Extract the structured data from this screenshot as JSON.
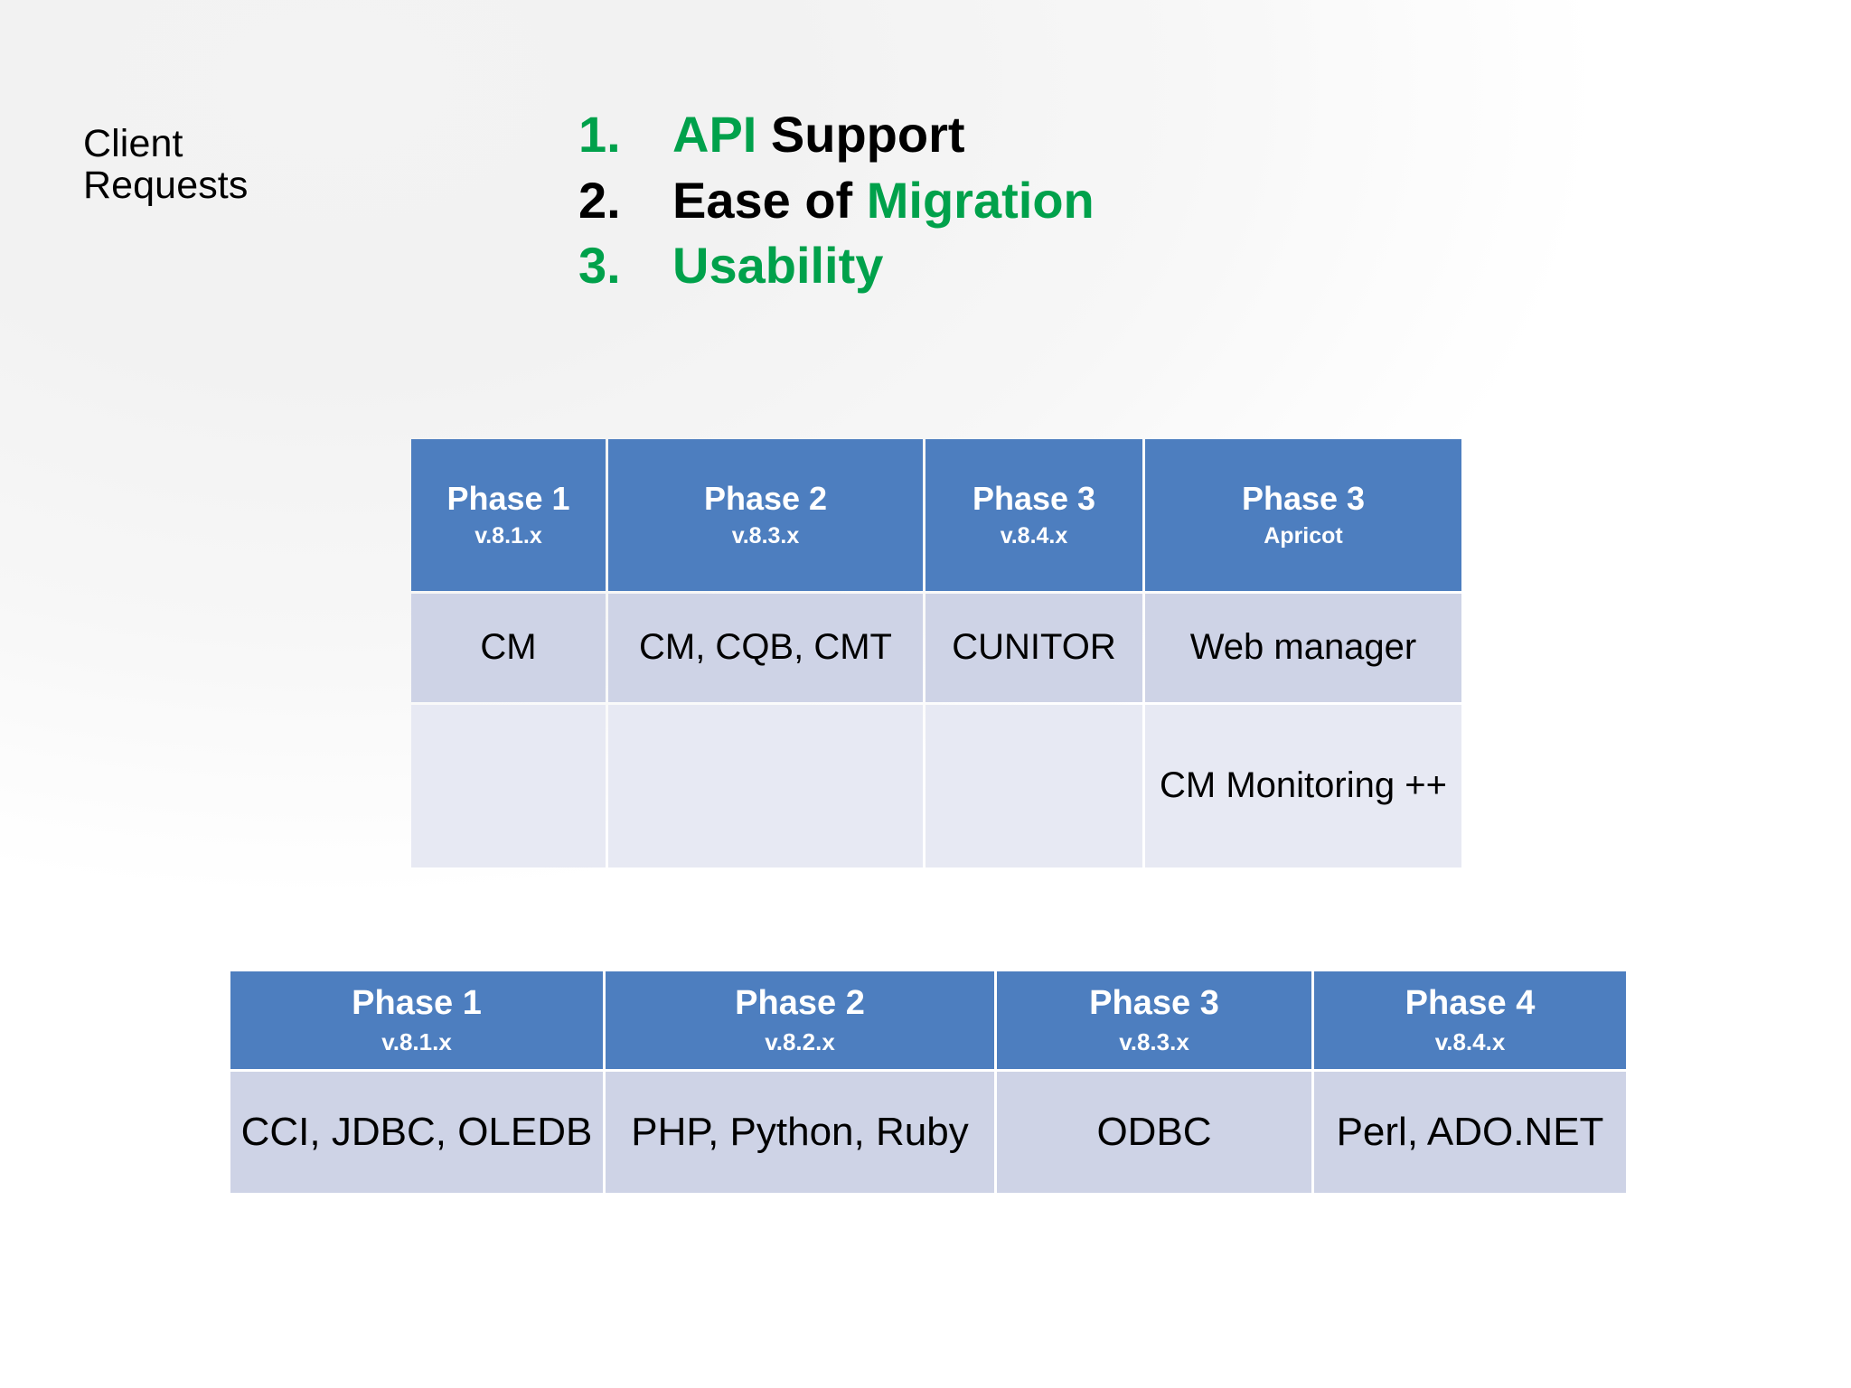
{
  "slide": {
    "left_label": "Client\nRequests",
    "background_color": "#f4f4f4",
    "accent_green": "#00a14b",
    "header_blue": "#4d7ebf",
    "row_a_fill": "#ced3e6",
    "row_b_fill": "#e7e9f3"
  },
  "requests": {
    "items": [
      {
        "number": "1.",
        "number_color": "green",
        "parts": [
          {
            "text": "API",
            "color": "green"
          },
          {
            "text": " Support",
            "color": "black"
          }
        ]
      },
      {
        "number": "2.",
        "number_color": "black",
        "parts": [
          {
            "text": "Ease of ",
            "color": "black"
          },
          {
            "text": "Migration",
            "color": "green"
          }
        ]
      },
      {
        "number": "3.",
        "number_color": "green",
        "parts": [
          {
            "text": "Usability",
            "color": "green"
          }
        ]
      }
    ],
    "item1_number": "1.",
    "item1_a": "API",
    "item1_b": " Support",
    "item2_number": "2.",
    "item2_a": "Ease of ",
    "item2_b": "Migration",
    "item3_number": "3.",
    "item3_a": "Usability"
  },
  "table_roadmap": {
    "headers": [
      {
        "main": "Phase 1",
        "sub": "v.8.1.x"
      },
      {
        "main": "Phase 2",
        "sub": "v.8.3.x"
      },
      {
        "main": "Phase 3",
        "sub": "v.8.4.x"
      },
      {
        "main": "Phase 3",
        "sub": "Apricot"
      }
    ],
    "rows": [
      [
        "CM",
        "CM, CQB, CMT",
        "CUNITOR",
        "Web manager"
      ],
      [
        "",
        "",
        "",
        "CM Monitoring ++"
      ]
    ]
  },
  "table_apis": {
    "headers": [
      {
        "main": "Phase 1",
        "sub": "v.8.1.x"
      },
      {
        "main": "Phase 2",
        "sub": "v.8.2.x"
      },
      {
        "main": "Phase 3",
        "sub": "v.8.3.x"
      },
      {
        "main": "Phase 4",
        "sub": "v.8.4.x"
      }
    ],
    "rows": [
      [
        "CCI, JDBC, OLEDB",
        "PHP, Python, Ruby",
        "ODBC",
        "Perl, ADO.NET"
      ]
    ]
  }
}
